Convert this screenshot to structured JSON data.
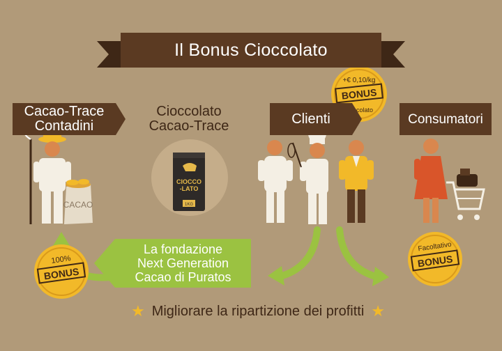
{
  "title": "Il Bonus Cioccolato",
  "stages": {
    "farmers": "Cacao-Trace\nContadini",
    "chocolate": "Cioccolato\nCacao-Trace",
    "clients": "Clienti",
    "consumers": "Consumatori"
  },
  "bag": {
    "text_line1": "CIOCCO",
    "text_line2": "-LATO",
    "weight": "1KG"
  },
  "sack_label": "CACAO",
  "foundation": "La fondazione\nNext Generation\nCacao di Puratos",
  "footer": "Migliorare la ripartizione dei profitti",
  "badges": {
    "clients": {
      "top": "+€ 0,10/kg",
      "main": "BONUS",
      "bottom": "cioccolato"
    },
    "farmers": {
      "top": "100%",
      "main": "BONUS"
    },
    "consumers": {
      "top": "Facoltativo",
      "main": "BONUS"
    }
  },
  "colors": {
    "background": "#b19a79",
    "ribbon": "#5a3a22",
    "green": "#9bc241",
    "gold": "#f2b929",
    "orange": "#d9552a"
  }
}
